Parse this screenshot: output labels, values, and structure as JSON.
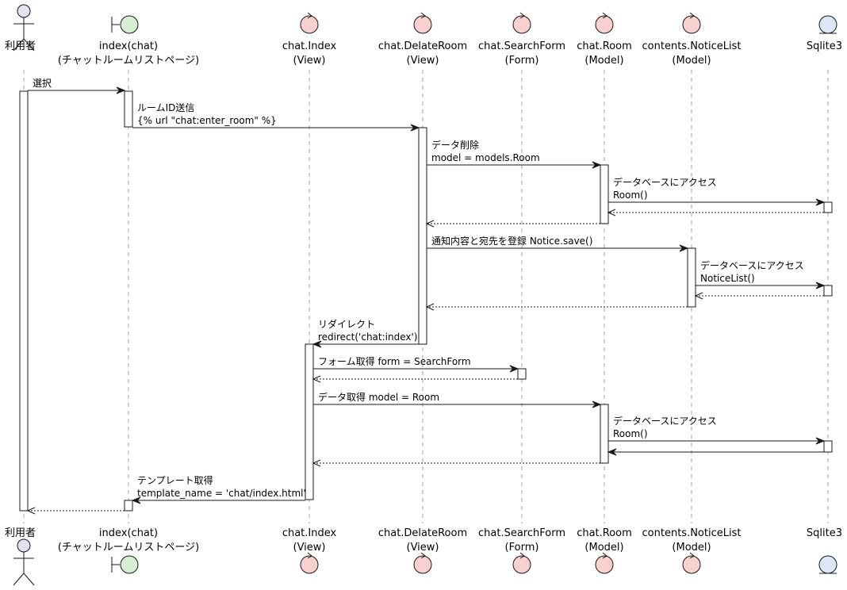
{
  "colors": {
    "actor": "#E2E2F0",
    "boundary": "#D7EDD4",
    "control": "#F8D0D0",
    "entity": "#DCE6F5",
    "line": "#181818"
  },
  "participants": [
    {
      "id": "user",
      "kind": "actor",
      "lines": [
        "利用者"
      ]
    },
    {
      "id": "index",
      "kind": "boundary",
      "lines": [
        "index(chat)",
        "(チャットルームリストページ)"
      ]
    },
    {
      "id": "chatIndex",
      "kind": "control",
      "lines": [
        "chat.Index",
        "(View)"
      ]
    },
    {
      "id": "delateRoom",
      "kind": "control",
      "lines": [
        "chat.DelateRoom",
        "(View)"
      ]
    },
    {
      "id": "searchForm",
      "kind": "control",
      "lines": [
        "chat.SearchForm",
        "(Form)"
      ]
    },
    {
      "id": "room",
      "kind": "control",
      "lines": [
        "chat.Room",
        "(Model)"
      ]
    },
    {
      "id": "noticeList",
      "kind": "control",
      "lines": [
        "contents.NoticeList",
        "(Model)"
      ]
    },
    {
      "id": "sqlite",
      "kind": "entity",
      "lines": [
        "Sqlite3"
      ]
    }
  ],
  "messages": [
    {
      "from": "user",
      "to": "index",
      "style": "solid",
      "lines": [
        "選択"
      ]
    },
    {
      "from": "index",
      "to": "delateRoom",
      "style": "solid",
      "lines": [
        "ルームID送信",
        "{% url \"chat:enter_room\" %}"
      ]
    },
    {
      "from": "delateRoom",
      "to": "room",
      "style": "solid",
      "lines": [
        "データ削除",
        "model = models.Room"
      ]
    },
    {
      "from": "room",
      "to": "sqlite",
      "style": "solid",
      "lines": [
        "データベースにアクセス",
        "Room()"
      ]
    },
    {
      "from": "sqlite",
      "to": "room",
      "style": "dashed",
      "lines": []
    },
    {
      "from": "room",
      "to": "delateRoom",
      "style": "dashed",
      "lines": []
    },
    {
      "from": "delateRoom",
      "to": "noticeList",
      "style": "solid",
      "lines": [
        "通知内容と宛先を登録 Notice.save()"
      ]
    },
    {
      "from": "noticeList",
      "to": "sqlite",
      "style": "solid",
      "lines": [
        "データベースにアクセス",
        "NoticeList()"
      ]
    },
    {
      "from": "sqlite",
      "to": "noticeList",
      "style": "dashed",
      "lines": []
    },
    {
      "from": "noticeList",
      "to": "delateRoom",
      "style": "dashed",
      "lines": []
    },
    {
      "from": "delateRoom",
      "to": "chatIndex",
      "style": "solid",
      "lines": [
        "リダイレクト",
        "redirect('chat:index')"
      ]
    },
    {
      "from": "chatIndex",
      "to": "searchForm",
      "style": "solid",
      "lines": [
        "フォーム取得 form = SearchForm"
      ]
    },
    {
      "from": "searchForm",
      "to": "chatIndex",
      "style": "dashed",
      "lines": []
    },
    {
      "from": "chatIndex",
      "to": "room",
      "style": "solid",
      "lines": [
        "データ取得 model = Room"
      ]
    },
    {
      "from": "room",
      "to": "sqlite",
      "style": "solid",
      "lines": [
        "データベースにアクセス",
        "Room()"
      ]
    },
    {
      "from": "sqlite",
      "to": "room",
      "style": "solid",
      "lines": []
    },
    {
      "from": "room",
      "to": "chatIndex",
      "style": "dashed",
      "lines": []
    },
    {
      "from": "chatIndex",
      "to": "index",
      "style": "solid",
      "lines": [
        "テンプレート取得",
        "template_name = 'chat/index.html'"
      ]
    },
    {
      "from": "index",
      "to": "user",
      "style": "dashed",
      "lines": []
    }
  ]
}
